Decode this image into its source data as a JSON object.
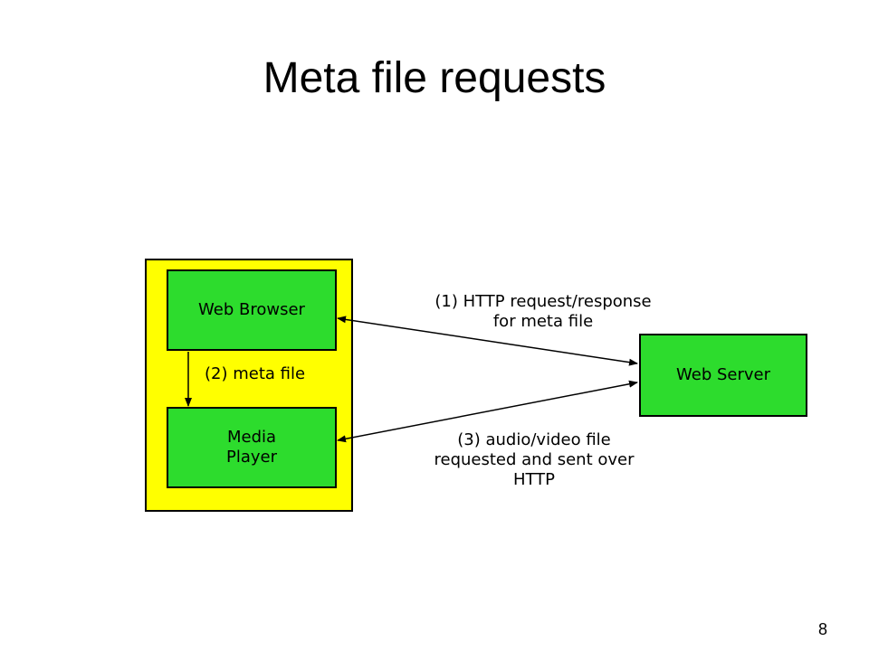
{
  "slide": {
    "title": "Meta file requests",
    "page_number": "8"
  },
  "diagram": {
    "nodes": {
      "web_browser": "Web Browser",
      "media_player_line1": "Media",
      "media_player_line2": "Player",
      "web_server": "Web Server"
    },
    "edges": {
      "step1_line1": "(1) HTTP request/response",
      "step1_line2": "for meta file",
      "step2": "(2)  meta file",
      "step3_line1": "(3) audio/video file",
      "step3_line2": "requested and sent over",
      "step3_line3": "HTTP"
    },
    "colors": {
      "client_area": "#ffff00",
      "node_fill": "#2ddc2d",
      "stroke": "#000000"
    }
  }
}
